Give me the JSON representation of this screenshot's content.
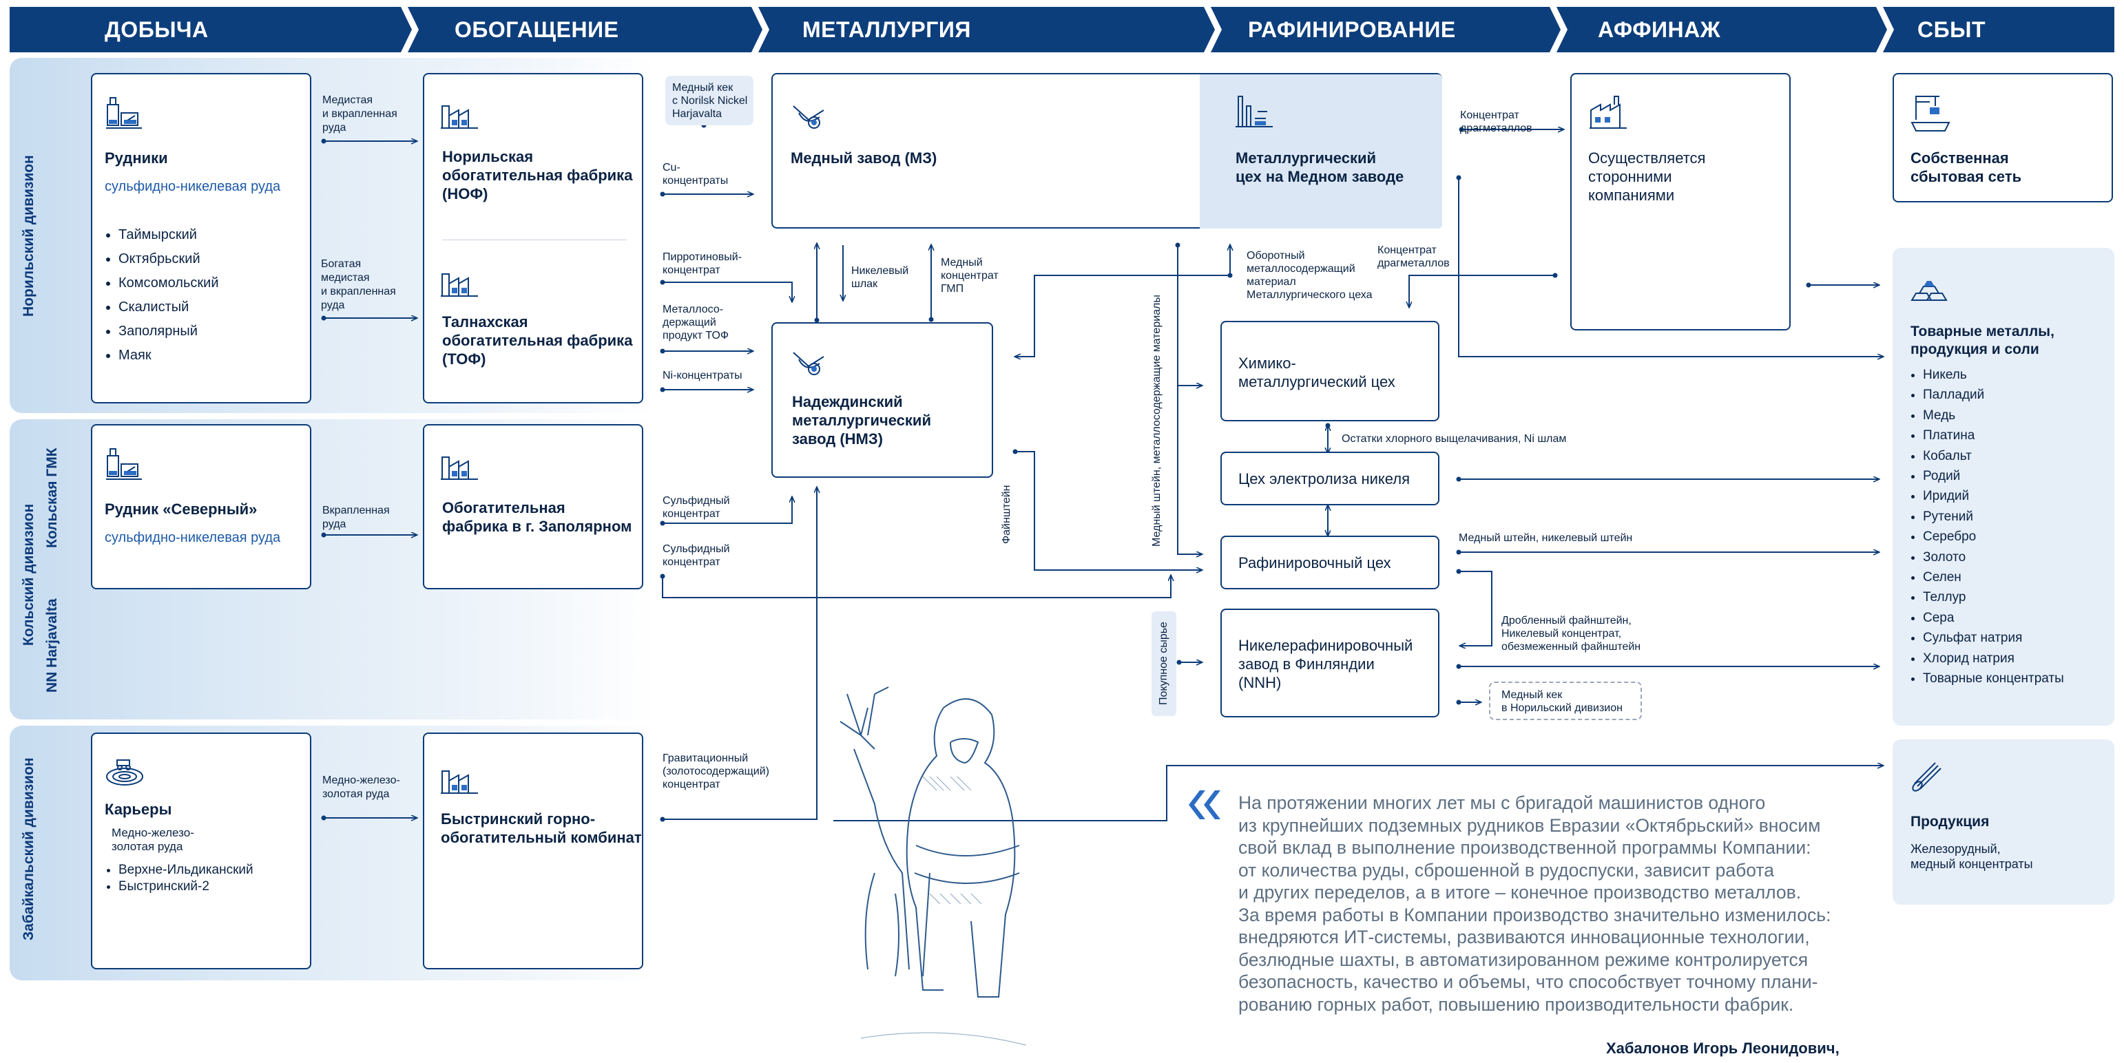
{
  "stages": [
    "ДОБЫЧА",
    "ОБОГАЩЕНИЕ",
    "МЕТАЛЛУРГИЯ",
    "РАФИНИРОВАНИЕ",
    "АФФИНАЖ",
    "СБЫТ"
  ],
  "divisions": {
    "norilsk": "Норильский дивизион",
    "kola": "Кольский дивизион",
    "kola_gmk": "Кольская ГМК",
    "nn_harjavalta": "NN Harjavalta",
    "zabaikalsky": "Забайкальский дивизион"
  },
  "mining": {
    "norilsk": {
      "title": "Рудники",
      "subtitle": "сульфидно-никелевая руда",
      "mines": [
        "Таймырский",
        "Октябрьский",
        "Комсомольский",
        "Скалистый",
        "Заполярный",
        "Маяк"
      ]
    },
    "kola": {
      "title": "Рудник «Северный»",
      "subtitle": "сульфидно-никелевая руда"
    },
    "zab": {
      "title": "Карьеры",
      "subtitle_1": "Медно-железо-",
      "subtitle_2": "золотая руда",
      "pits": [
        "Верхне-Ильдиканский",
        "Быстринский-2"
      ]
    }
  },
  "ore_labels": {
    "norilsk_top": [
      "Медистая",
      "и вкрапленная",
      "руда"
    ],
    "norilsk_bottom": [
      "Богатая",
      "медистая",
      "и вкрапленная",
      "руда"
    ],
    "kola": [
      "Вкрапленная",
      "руда"
    ],
    "zab": [
      "Медно-железо-",
      "золотая руда"
    ]
  },
  "concentration": {
    "nof": [
      "Норильская",
      "обогатительная фабрика",
      "(НОФ)"
    ],
    "tof": [
      "Талнахская",
      "обогатительная фабрика",
      "(ТОФ)"
    ],
    "zapolyarny": [
      "Обогатительная",
      "фабрика в г. Заполярном"
    ],
    "bystrinsky": [
      "Быстринский горно-",
      "обогатительный комбинат"
    ]
  },
  "flow_labels": {
    "cu_cake": [
      "Медный кек",
      "с Norilsk Nickel",
      "Harjavalta"
    ],
    "cu_conc": [
      "Cu-",
      "концентраты"
    ],
    "pyrrhotite": [
      "Пирротиновый-",
      "концентрат"
    ],
    "metal_tof": [
      "Металлосо-",
      "держащий",
      "продукт ТОФ"
    ],
    "ni_conc": [
      "Ni-концентраты"
    ],
    "sulfide_1": [
      "Сульфидный",
      "концентрат"
    ],
    "sulfide_2": [
      "Сульфидный",
      "концентрат"
    ],
    "gravity": [
      "Гравитационный",
      "(золотосодержащий)",
      "концентрат"
    ],
    "ni_slag": [
      "Никелевый",
      "шлак"
    ],
    "cu_conc_gmp": [
      "Медный",
      "концентрат",
      "ГМП"
    ],
    "faynshteyn": "Файнштейн",
    "matte_vertical": "Медный штейн, металлосодержащие материалы",
    "circulating": [
      "Оборотный",
      "металлосодержащий",
      "материал",
      "Металлургического цеха"
    ],
    "pgm_conc_1": [
      "Концентрат",
      "драгметаллов"
    ],
    "pgm_conc_2": [
      "Концентрат",
      "драгметаллов"
    ],
    "chlorine_residue": "Остатки хлорного выщелачивания, Ni шлам",
    "matte_out": "Медный штейн, никелевый штейн",
    "purchased": "Покупное сырье",
    "finland_in": [
      "Дробленный файнштейн,",
      "Никелевый концентрат,",
      "обезмеженный файнштейн"
    ],
    "cu_cake_out": [
      "Медный кек",
      "в Норильский дивизион"
    ]
  },
  "metallurgy": {
    "copper_plant": "Медный завод  (МЗ)",
    "met_shop": [
      "Металлургический",
      "цех на Медном заводе"
    ],
    "nmz": [
      "Надеждинский",
      "металлургический",
      "завод (НМЗ)"
    ]
  },
  "refining": {
    "chem": [
      "Химико-",
      "металлургический цех"
    ],
    "electrolysis": "Цех электролиза никеля",
    "refinery": "Рафинировочный цех",
    "nnh": [
      "Никелерафинировочный",
      "завод в Финляндии",
      "(NNH)"
    ]
  },
  "affinage": {
    "third_party": [
      "Осуществляется",
      "сторонними",
      "компаниями"
    ]
  },
  "sales": {
    "own_network": [
      "Собственная",
      "сбытовая сеть"
    ],
    "metals_title": [
      "Товарные металлы,",
      "продукция и соли"
    ],
    "metals": [
      "Никель",
      "Палладий",
      "Медь",
      "Платина",
      "Кобальт",
      "Родий",
      "Иридий",
      "Рутений",
      "Серебро",
      "Золото",
      "Селен",
      "Теллур",
      "Сера",
      "Сульфат натрия",
      "Хлорид натрия",
      "Товарные концентраты"
    ],
    "products_title": "Продукция",
    "products_sub": [
      "Железорудный,",
      "медный концентраты"
    ]
  },
  "quote_lines": [
    "На протяжении многих лет мы с бригадой машинистов одного",
    "из крупнейших подземных рудников Евразии «Октябрьский» вносим",
    "свой вклад в выполнение производственной программы Компании:",
    "от количества руды, сброшенной в рудоспуски, зависит работа",
    "и других переделов, а в итоге – конечное производство металлов.",
    "За время работы в Компании производство значительно изменилось:",
    "внедряются ИТ-системы, развиваются инновационные технологии,",
    "безлюдные шахты, в автоматизированном режиме контролируется",
    "безопасность, качество и объемы, что способствует точному плани-",
    "рованию горных работ, повышению производительности фабрик."
  ],
  "quote_author": "Хабалонов Игорь Леонидович,",
  "colors": {
    "navy": "#0b3b78",
    "header": "#0d3e7c",
    "band": "#c7dcf0",
    "accent": "#2b6cc4",
    "quote_text": "#5d6f82"
  }
}
